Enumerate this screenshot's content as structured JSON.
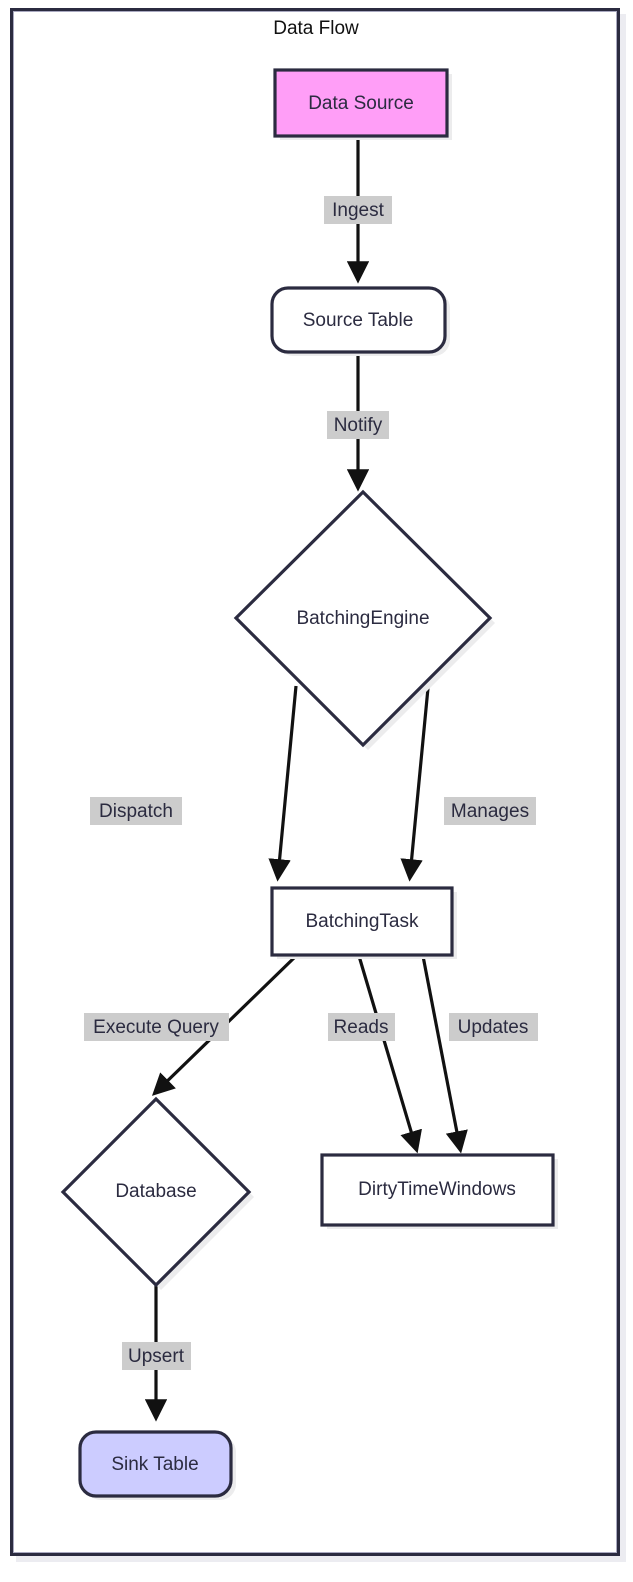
{
  "diagram": {
    "title": "Data Flow",
    "type": "flowchart",
    "direction": "top-down",
    "colors": {
      "frame_border": "#2b2b40",
      "node_border": "#2b2b40",
      "node_fill_default": "#ffffff",
      "data_source_fill": "#ff9ef7",
      "sink_table_fill": "#ccccff",
      "edge_line": "#111111",
      "edge_label_bg": "#cccccc",
      "text": "#2b2b40"
    },
    "nodes": [
      {
        "id": "data_source",
        "label": "Data Source",
        "shape": "rect",
        "fill": "#ff9ef7"
      },
      {
        "id": "source_table",
        "label": "Source Table",
        "shape": "rounded-rect",
        "fill": "#ffffff"
      },
      {
        "id": "batching_engine",
        "label": "BatchingEngine",
        "shape": "diamond",
        "fill": "#ffffff"
      },
      {
        "id": "batching_task",
        "label": "BatchingTask",
        "shape": "rect",
        "fill": "#ffffff"
      },
      {
        "id": "database",
        "label": "Database",
        "shape": "diamond",
        "fill": "#ffffff"
      },
      {
        "id": "dirty_time_windows",
        "label": "DirtyTimeWindows",
        "shape": "rect",
        "fill": "#ffffff"
      },
      {
        "id": "sink_table",
        "label": "Sink Table",
        "shape": "rounded-rect",
        "fill": "#ccccff"
      }
    ],
    "edges": [
      {
        "from": "data_source",
        "to": "source_table",
        "label": "Ingest"
      },
      {
        "from": "source_table",
        "to": "batching_engine",
        "label": "Notify"
      },
      {
        "from": "batching_engine",
        "to": "batching_task",
        "label": "Dispatch"
      },
      {
        "from": "batching_engine",
        "to": "batching_task",
        "label": "Manages"
      },
      {
        "from": "batching_task",
        "to": "database",
        "label": "Execute Query"
      },
      {
        "from": "batching_task",
        "to": "dirty_time_windows",
        "label": "Reads"
      },
      {
        "from": "batching_task",
        "to": "dirty_time_windows",
        "label": "Updates"
      },
      {
        "from": "database",
        "to": "sink_table",
        "label": "Upsert"
      }
    ]
  }
}
